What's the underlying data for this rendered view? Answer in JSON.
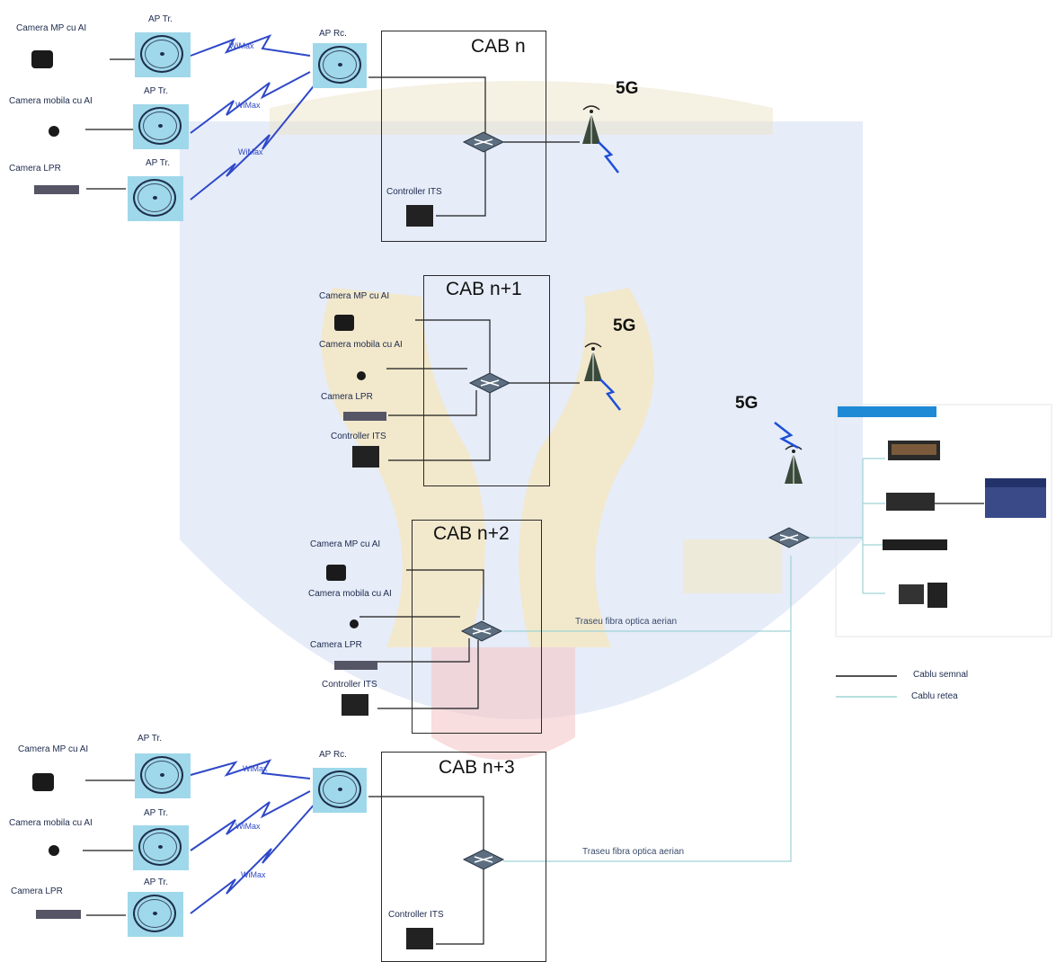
{
  "cabinets": [
    {
      "title": "CAB n"
    },
    {
      "title": "CAB n+1"
    },
    {
      "title": "CAB n+2"
    },
    {
      "title": "CAB n+3"
    }
  ],
  "labels": {
    "camera_mp": "Camera MP cu AI",
    "camera_mobile": "Camera mobila cu AI",
    "camera_lpr": "Camera LPR",
    "ap_tr": "AP Tr.",
    "ap_rc": "AP Rc.",
    "wimax": "WiMax",
    "controller": "Controller ITS",
    "five_g": "5G",
    "fiber": "Traseu fibra optica aerian"
  },
  "legend": {
    "signal": "Cablu semnal",
    "network": "Cablu retea"
  },
  "colors": {
    "signal": "#1a1a1a",
    "network": "#9fd3d6",
    "wireless": "#2f48c8",
    "ap_fill": "#9fd8ea",
    "server_header": "#1e8ad6",
    "watermark_blue": "#c9d6ef",
    "watermark_gold": "#f2dfa8"
  }
}
